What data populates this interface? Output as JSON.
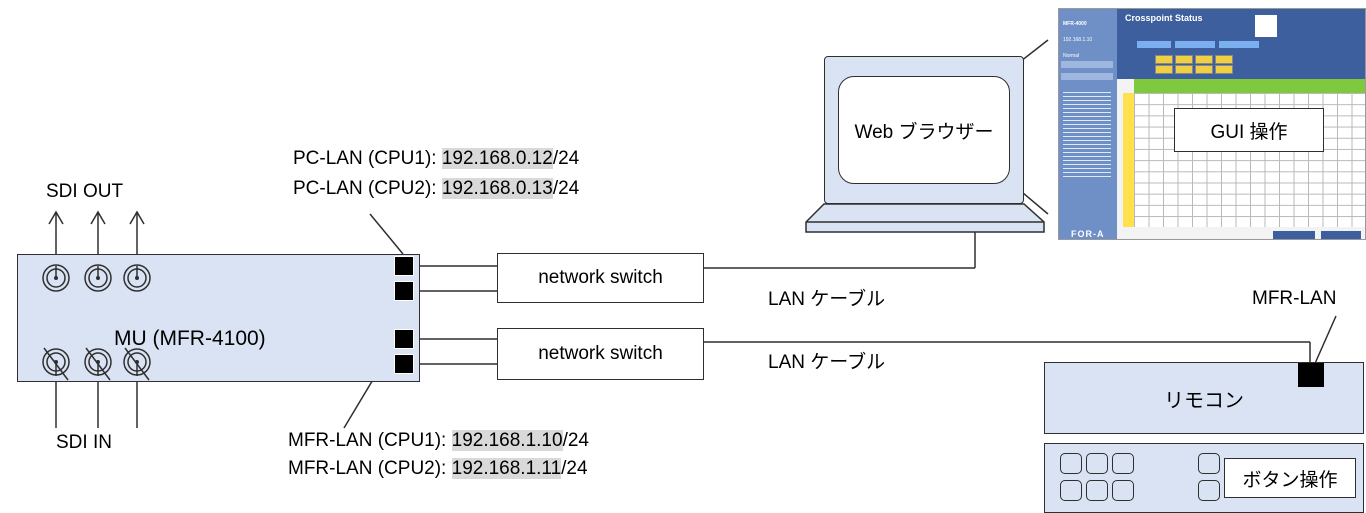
{
  "sdi_out_label": "SDI OUT",
  "sdi_in_label": "SDI IN",
  "mu_label": "MU (MFR-4100)",
  "pc_lan": [
    {
      "prefix": "PC-LAN (CPU1): ",
      "ip": "192.168.0.12",
      "mask": "/24"
    },
    {
      "prefix": "PC-LAN (CPU2): ",
      "ip": "192.168.0.13",
      "mask": "/24"
    }
  ],
  "mfr_lan": [
    {
      "prefix": "MFR-LAN (CPU1): ",
      "ip": "192.168.1.10",
      "mask": "/24"
    },
    {
      "prefix": "MFR-LAN (CPU2): ",
      "ip": "192.168.1.11",
      "mask": "/24"
    }
  ],
  "switch_top": "network switch",
  "switch_bottom": "network switch",
  "lan_cable_top": "LAN ケーブル",
  "lan_cable_bottom": "LAN ケーブル",
  "web_browser": "Web ブラウザー",
  "gui_op": "GUI 操作",
  "mfr_lan_port": "MFR-LAN",
  "remote": "リモコン",
  "button_op": "ボタン操作",
  "screenshot": {
    "title": "Crosspoint Status",
    "model": "MFR-4000",
    "ip": "192.168.1.10",
    "status": "Normal",
    "logo": "FOR-A"
  },
  "colors": {
    "device_fill": "#dae3f3",
    "line": "#2f2f2f",
    "ip_highlight": "#d9d9d9"
  }
}
